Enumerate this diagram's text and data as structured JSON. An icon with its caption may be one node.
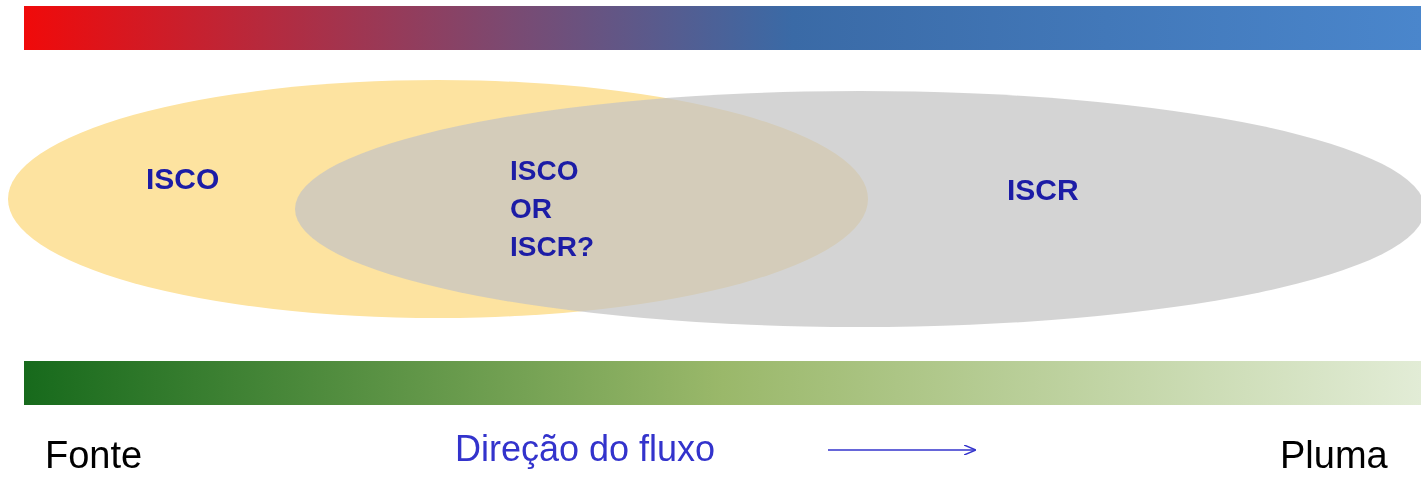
{
  "diagram": {
    "nodes": [
      {
        "text": [],
        "shape": "bar"
      },
      {
        "text": [
          "ISCO"
        ]
      },
      {
        "text": [
          "ISCR"
        ]
      },
      {
        "text": [],
        "shape": "bar"
      }
    ],
    "edges": [],
    "labels": [
      "ISCO OR ISCR?",
      "Fonte",
      "Direção do fluxo",
      "Pluma"
    ]
  }
}
